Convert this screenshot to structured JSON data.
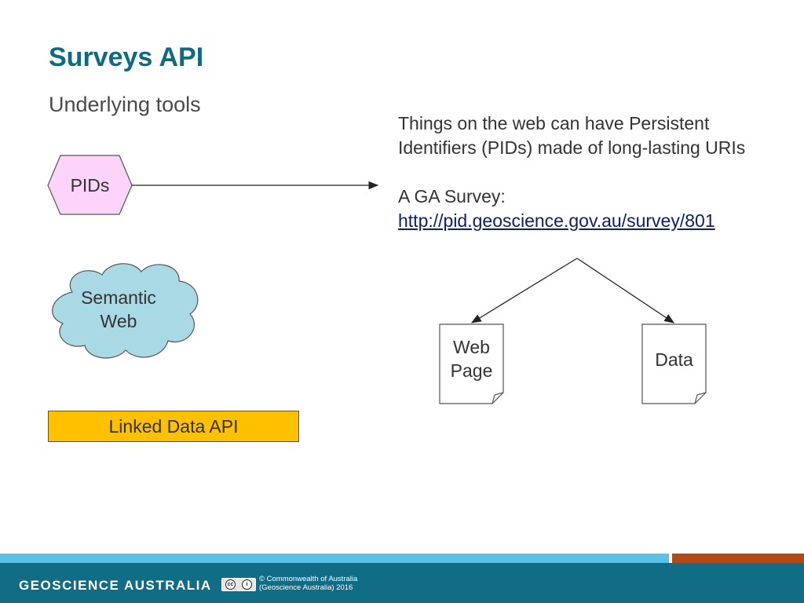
{
  "slide": {
    "title": "Surveys API",
    "subtitle": "Underlying tools"
  },
  "description": {
    "line1": "Things on the web can have Persistent Identifiers (PIDs) made of long-lasting URIs",
    "line2": "A GA Survey:",
    "link": "http://pid.geoscience.gov.au/survey/801"
  },
  "shapes": {
    "pids": "PIDs",
    "semantic_web_line1": "Semantic",
    "semantic_web_line2": "Web",
    "linked_data_api": "Linked Data API",
    "web_page_line1": "Web",
    "web_page_line2": "Page",
    "data": "Data"
  },
  "colors": {
    "title": "#0e6a82",
    "pids_fill": "#fcd3f9",
    "cloud_fill": "#aad9e6",
    "api_fill": "#ffc000",
    "footer": "#116c86",
    "footer_accent_light": "#5bc1e6",
    "footer_accent_orange": "#b24a17"
  },
  "footer": {
    "brand": "GEOSCIENCE AUSTRALIA",
    "license_icon": "cc-by-icon",
    "copyright_line1": "© Commonwealth of Australia",
    "copyright_line2": "(Geoscience Australia) 2016"
  }
}
